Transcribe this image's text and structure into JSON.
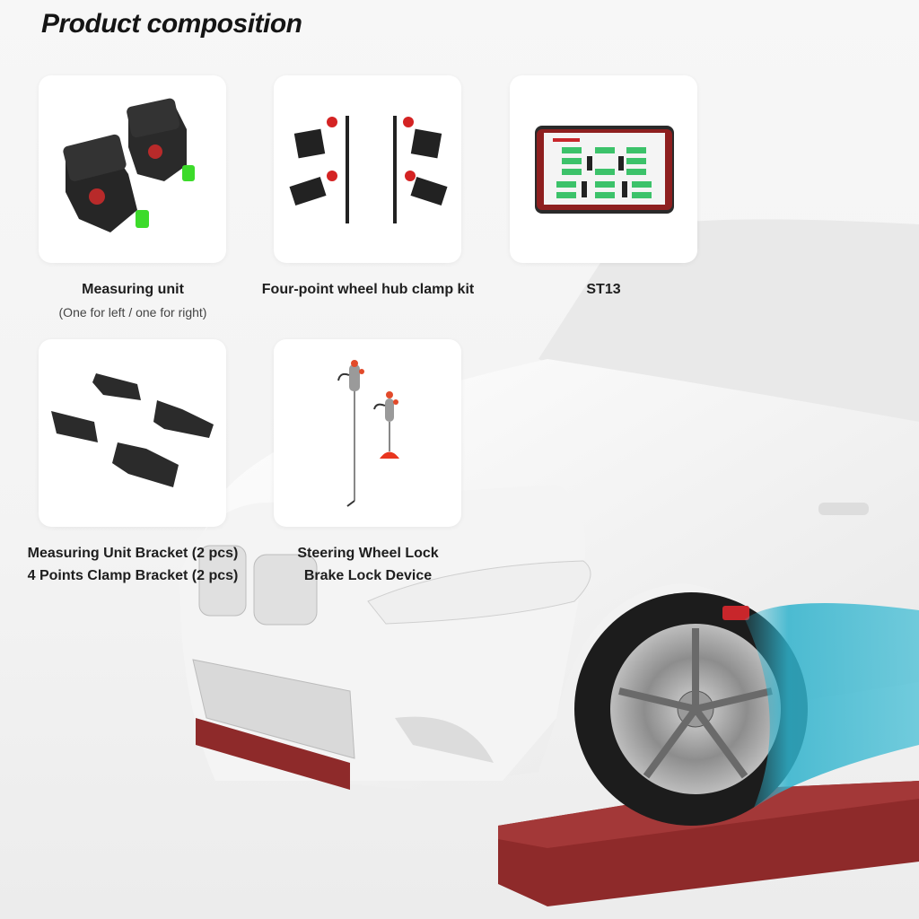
{
  "page": {
    "title": "Product composition"
  },
  "items": [
    {
      "name": "Measuring unit",
      "note": "(One for left / one for right)",
      "image": "measuring-unit-image"
    },
    {
      "name": "Four-point wheel hub clamp kit",
      "image": "wheel-hub-clamp-kit-image"
    },
    {
      "name": "ST13",
      "image": "st13-tablet-image"
    },
    {
      "name_line1": "Measuring Unit  Bracket (2 pcs)",
      "name_line2": "4 Points Clamp Bracket (2 pcs)",
      "image": "brackets-image"
    },
    {
      "name_line1": "Steering Wheel Lock",
      "name_line2": "Brake Lock Device",
      "image": "steering-brake-lock-image"
    }
  ],
  "colors": {
    "accent_red": "#c8262b",
    "accent_green": "#39d627",
    "ramp_red": "#8e2a2a",
    "beam_cyan": "#2fb2cc"
  }
}
